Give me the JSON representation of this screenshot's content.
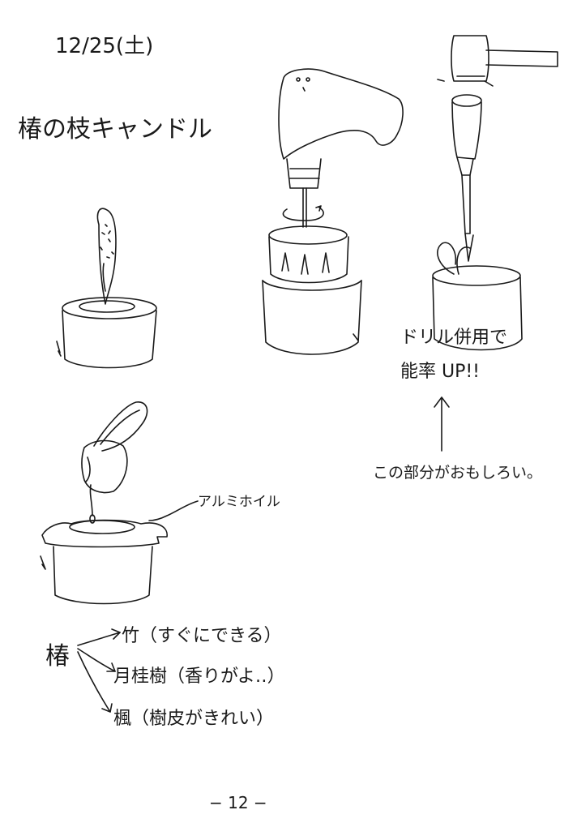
{
  "date": "12/25(土)",
  "title": "椿の枝キャンドル",
  "labels": {
    "foil": "アルミホイル",
    "drill_note_line1": "ドリル併用で",
    "drill_note_line2": "能率 UP!!",
    "interesting": "この部分がおもしろい。"
  },
  "tree_list": {
    "root": "椿",
    "items": [
      "竹（すぐにできる）",
      "月桂樹（香りがよ‥）",
      "楓（樹皮がきれい）"
    ]
  },
  "page_number": "− 12 −"
}
